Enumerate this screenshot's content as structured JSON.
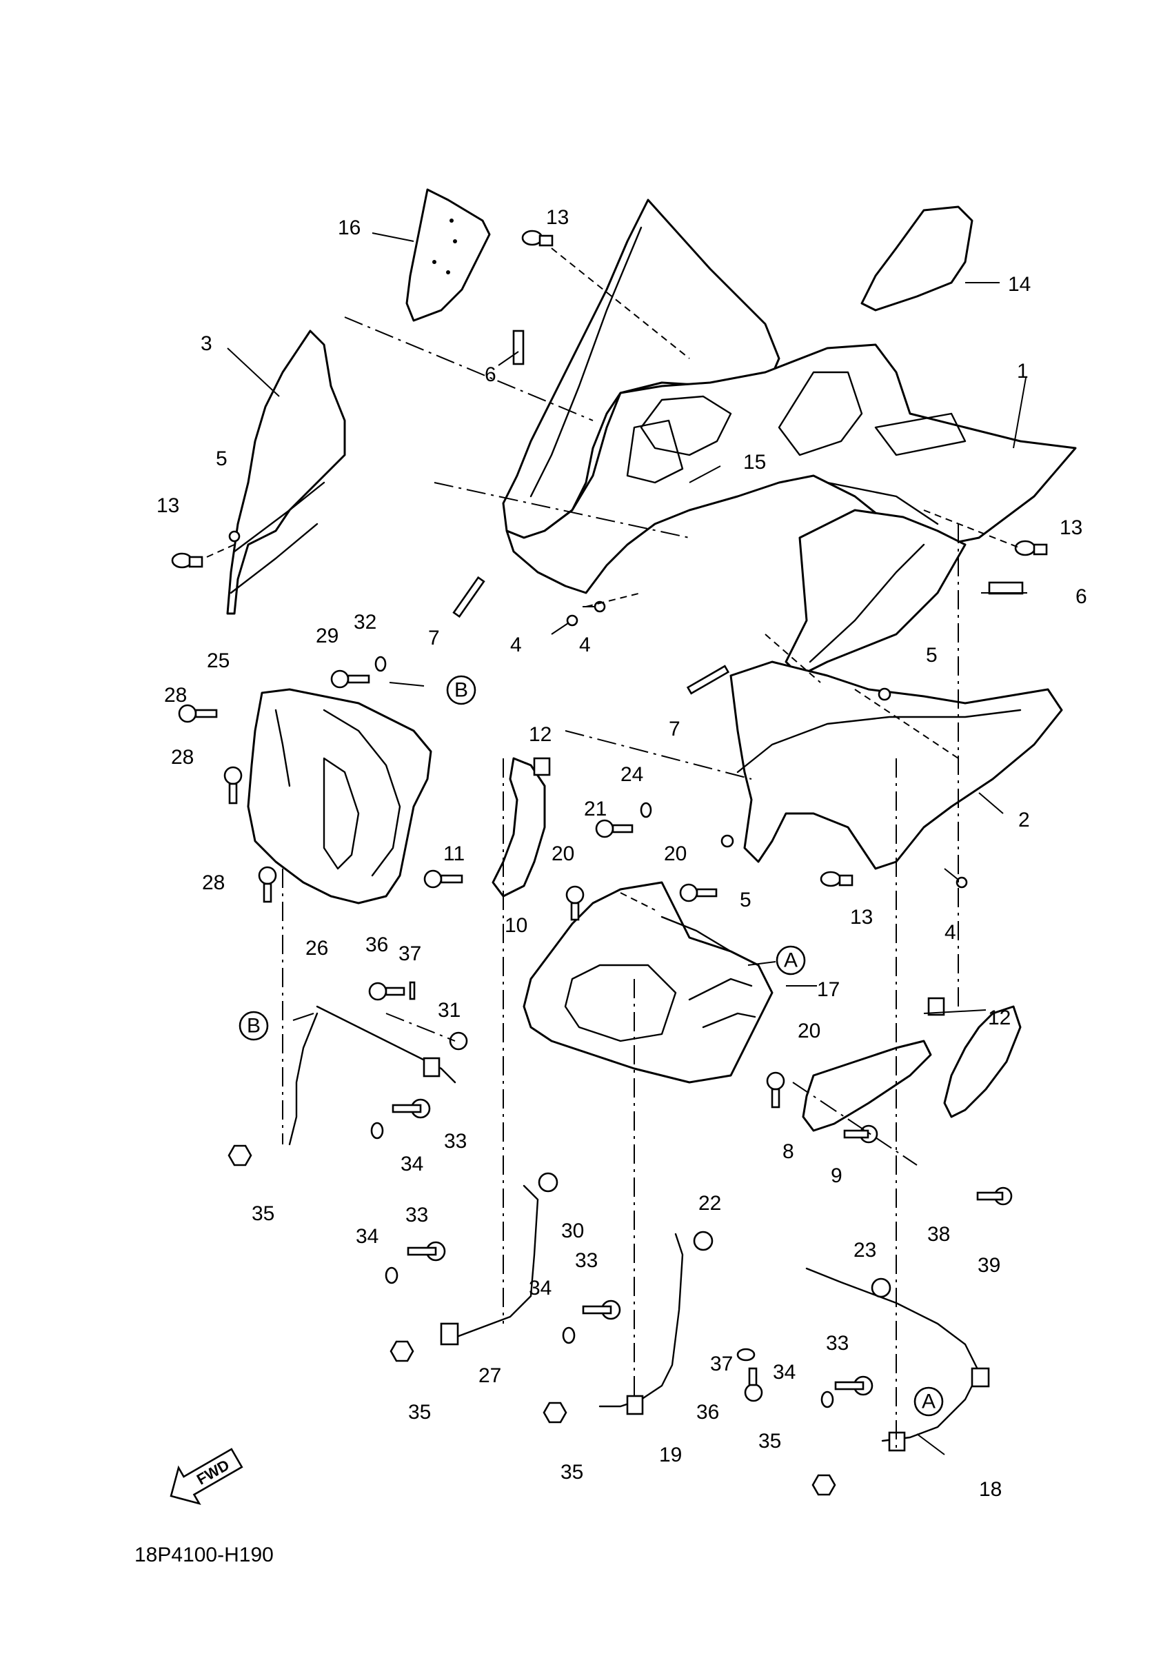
{
  "diagram_code": "18P4100-H190",
  "fwd_label": "FWD",
  "reference_markers": [
    "A",
    "B"
  ],
  "callouts": {
    "c1": "1",
    "c2": "2",
    "c3": "3",
    "c4a": "4",
    "c4b": "4",
    "c4c": "4",
    "c5a": "5",
    "c5b": "5",
    "c5c": "5",
    "c6a": "6",
    "c6b": "6",
    "c7a": "7",
    "c7b": "7",
    "c8": "8",
    "c9": "9",
    "c10": "10",
    "c11": "11",
    "c12a": "12",
    "c12b": "12",
    "c13a": "13",
    "c13b": "13",
    "c13c": "13",
    "c13d": "13",
    "c14": "14",
    "c15": "15",
    "c16": "16",
    "c17": "17",
    "c18": "18",
    "c19": "19",
    "c20a": "20",
    "c20b": "20",
    "c20c": "20",
    "c21": "21",
    "c22": "22",
    "c23": "23",
    "c24": "24",
    "c25": "25",
    "c26": "26",
    "c27": "27",
    "c28a": "28",
    "c28b": "28",
    "c28c": "28",
    "c29": "29",
    "c30": "30",
    "c31": "31",
    "c32": "32",
    "c33a": "33",
    "c33b": "33",
    "c33c": "33",
    "c33d": "33",
    "c34a": "34",
    "c34b": "34",
    "c34c": "34",
    "c34d": "34",
    "c35a": "35",
    "c35b": "35",
    "c35c": "35",
    "c35d": "35",
    "c36a": "36",
    "c36b": "36",
    "c37a": "37",
    "c37b": "37",
    "c38": "38",
    "c39": "39"
  }
}
